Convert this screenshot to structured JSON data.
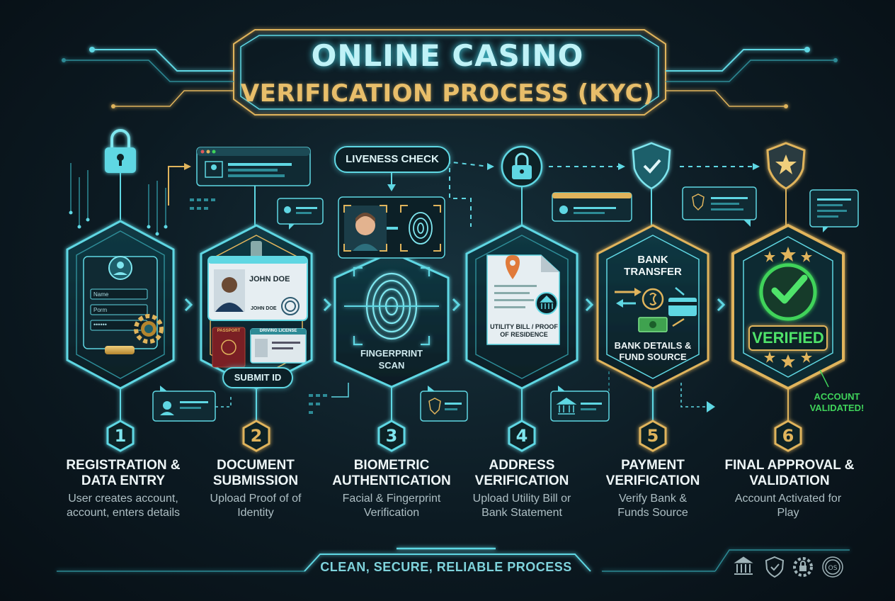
{
  "title": {
    "line1": "ONLINE CASINO",
    "line2": "VERIFICATION PROCESS (KYC)"
  },
  "steps": [
    {
      "number": "1",
      "title": "REGISTRATION & DATA ENTRY",
      "description": "User creates account, account, enters details"
    },
    {
      "number": "2",
      "title": "DOCUMENT SUBMISSION",
      "description": "Upload Proof of of Identity"
    },
    {
      "number": "3",
      "title": "BIOMETRIC AUTHENTICATION",
      "description": "Facial & Fingerprint Verification"
    },
    {
      "number": "4",
      "title": "ADDRESS VERIFICATION",
      "description": "Upload Utility Bill or Bank Statement"
    },
    {
      "number": "5",
      "title": "PAYMENT VERIFICATION",
      "description": "Verify Bank & Funds Source"
    },
    {
      "number": "6",
      "title": "FINAL APPROVAL & VALIDATION",
      "description": "Account Activated for Play"
    }
  ],
  "labels": {
    "form_name": "Name",
    "form_porm": "Porm",
    "form_password": "••••••",
    "id_name": "JOHN DOE",
    "id_name_small": "JOHN DOE",
    "passport": "PASSPORT",
    "driving_license": "DRIVING LICENSE",
    "submit_id": "SUBMIT ID",
    "liveness_check": "LIVENESS CHECK",
    "fingerprint_scan": "FINGERPRINT SCAN",
    "utility_bill": "UTILITY BILL / PROOF OF RESIDENCE",
    "bank_transfer": "BANK TRANSFER",
    "bank_details": "BANK DETAILS & FUND SOURCE",
    "verified": "VERIFIED",
    "account_validated": "ACCOUNT VALIDATED!"
  },
  "footer": "CLEAN, SECURE, RELIABLE PROCESS",
  "footer_icons": [
    "bank-icon",
    "shield-check-icon",
    "gear-lock-icon",
    "seal-icon"
  ],
  "colors": {
    "accent_cyan": "#5fd7e3",
    "accent_gold": "#e0b45c",
    "verified_green": "#3fd35a",
    "background": "#0c1a22"
  }
}
